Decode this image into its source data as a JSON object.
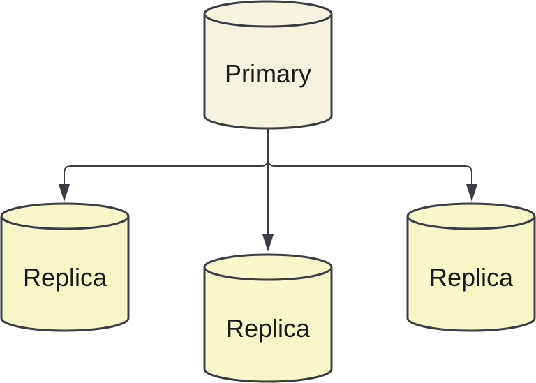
{
  "colors": {
    "primary_fill": "#f5f2e0",
    "replica_fill": "#f7f6c8",
    "stroke": "#3a3d44",
    "connector": "#3a3d44"
  },
  "nodes": {
    "primary": {
      "label": "Primary",
      "icon": "database-cylinder"
    },
    "replicas": [
      {
        "label": "Replica",
        "icon": "database-cylinder"
      },
      {
        "label": "Replica",
        "icon": "database-cylinder"
      },
      {
        "label": "Replica",
        "icon": "database-cylinder"
      }
    ]
  }
}
